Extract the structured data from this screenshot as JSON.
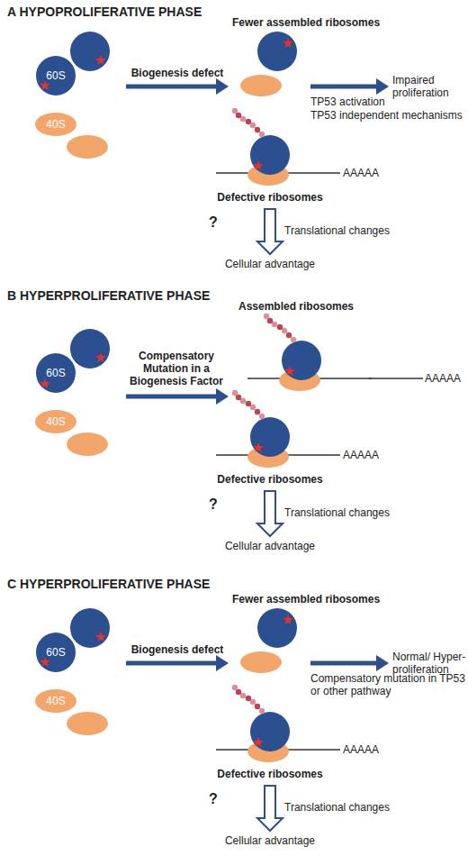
{
  "diagram": {
    "nodes": [
      {
        "text": [
          "60S"
        ]
      },
      {
        "text": [
          "40S"
        ]
      },
      {
        "text": [
          "60S"
        ]
      },
      {
        "text": [
          "40S"
        ]
      },
      {
        "text": [
          "60S"
        ]
      },
      {
        "text": [
          "40S"
        ]
      }
    ],
    "labels": [
      "A HYPOPROLIFERATIVE PHASE",
      "Fewer assembled ribosomes",
      "Biogenesis defect",
      "Impaired proliferation",
      "TP53 activation",
      "TP53 independent mechanisms",
      "AAAAA",
      "Defective ribosomes",
      "?",
      "Translational changes",
      "Cellular advantage",
      "B HYPERPROLIFERATIVE PHASE",
      "Assembled ribosomes",
      "Compensatory Mutation in a Biogenesis Factor",
      "AAAAA",
      "AAAAA",
      "Defective ribosomes",
      "?",
      "Translational changes",
      "Cellular advantage",
      "C HYPERPROLIFERATIVE PHASE",
      "Fewer assembled ribosomes",
      "Biogenesis defect",
      "Normal/ Hyper- proliferation",
      "Compensatory mutation in TP53 or other pathway",
      "AAAAA",
      "Defective ribosomes",
      "?",
      "Translational changes",
      "Cellular advantage"
    ]
  }
}
